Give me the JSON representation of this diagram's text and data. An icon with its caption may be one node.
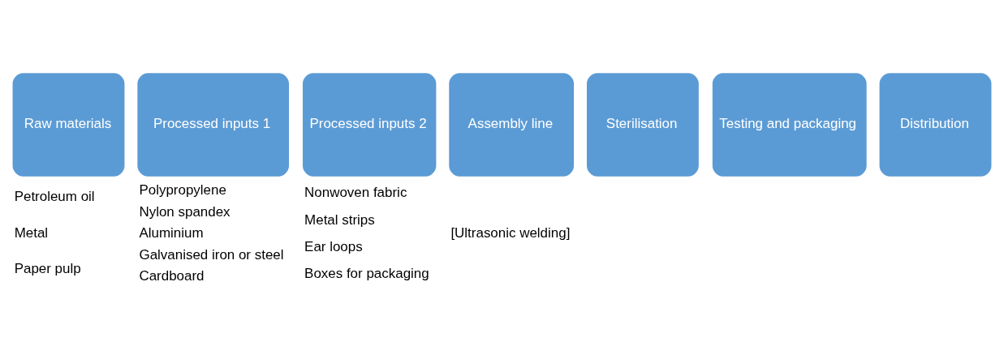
{
  "diagram": {
    "nodes": [
      {
        "text": [
          "Raw materials"
        ],
        "beside": [
          "Petroleum oil",
          "Metal",
          "Paper pulp"
        ]
      },
      {
        "text": [
          "Processed inputs 1"
        ],
        "beside": [
          "Polypropylene",
          "Nylon spandex",
          "Aluminium",
          "Galvanised iron or steel",
          "Cardboard"
        ]
      },
      {
        "text": [
          "Processed inputs 2"
        ],
        "beside": [
          "Nonwoven fabric",
          "Metal strips",
          "Ear loops",
          "Boxes for packaging"
        ]
      },
      {
        "text": [
          "Assembly line"
        ],
        "beside": [
          "[Ultrasonic welding]"
        ]
      },
      {
        "text": [
          "Sterilisation"
        ]
      },
      {
        "text": [
          "Testing and packaging"
        ]
      },
      {
        "text": [
          "Distribution"
        ]
      }
    ]
  }
}
